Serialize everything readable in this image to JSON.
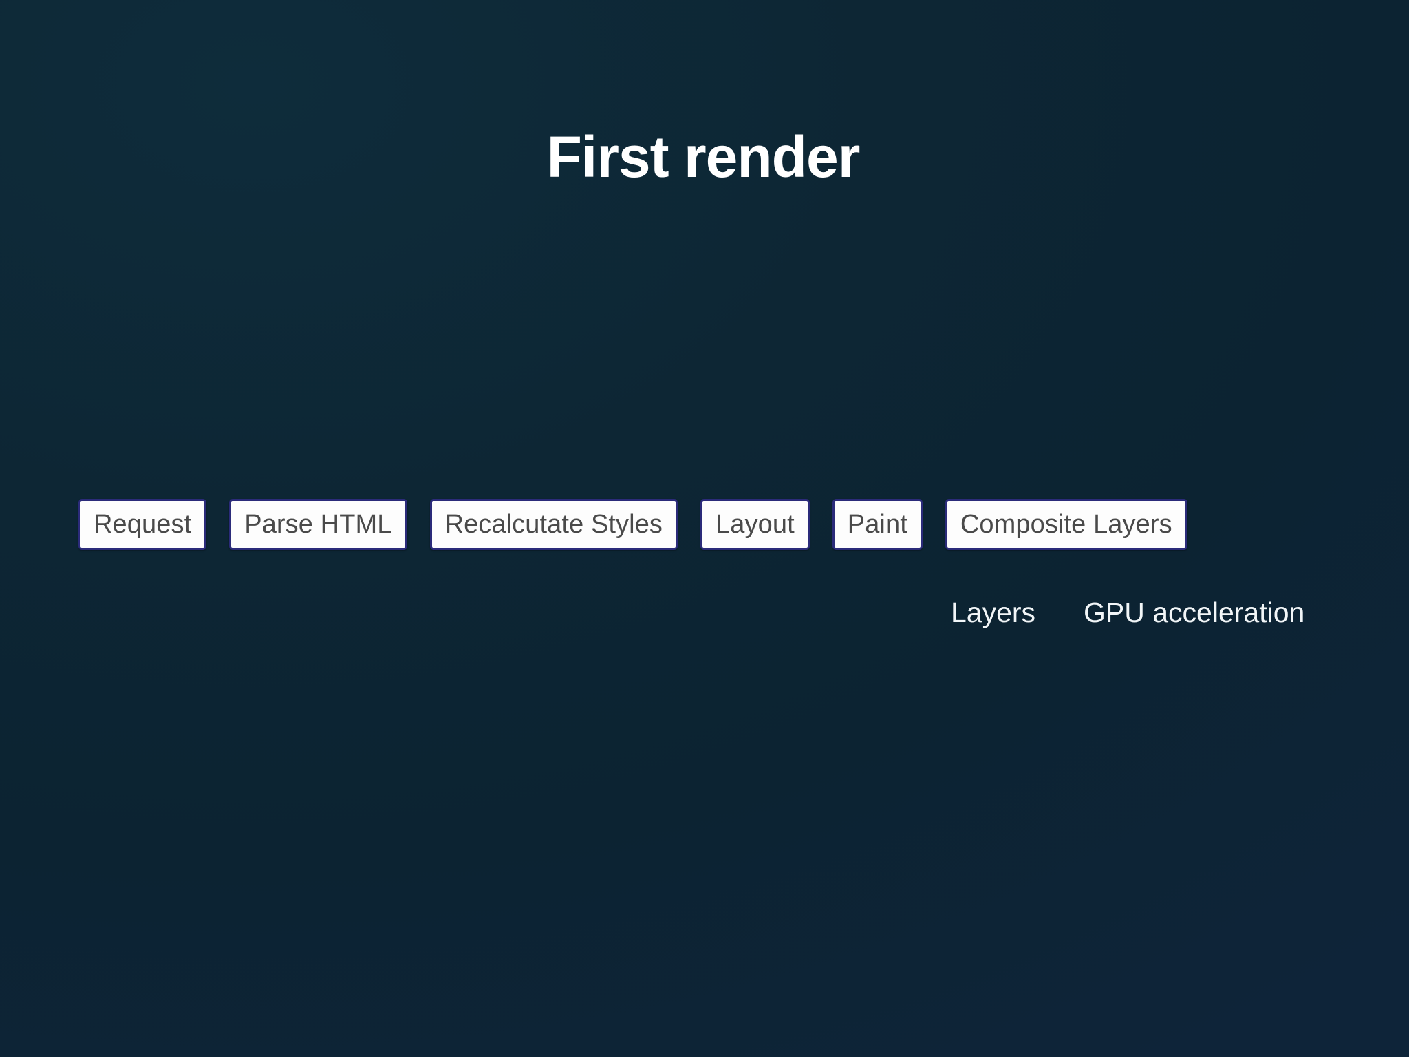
{
  "slide": {
    "title": "First render",
    "background_color": "#0d2634",
    "background_color_end": "#0e2439"
  },
  "pipeline": {
    "box_fill": "#fdfdfd",
    "box_border": "#2b2b7a",
    "box_text_color": "#4a4a4a",
    "stages": [
      {
        "label": "Request"
      },
      {
        "label": "Parse HTML"
      },
      {
        "label": "Recalcutate Styles"
      },
      {
        "label": "Layout"
      },
      {
        "label": "Paint"
      },
      {
        "label": "Composite Layers"
      }
    ]
  },
  "annotations": [
    {
      "label": "Layers",
      "color": "#f2f6f8"
    },
    {
      "label": "GPU acceleration",
      "color": "#f2f6f8"
    }
  ]
}
